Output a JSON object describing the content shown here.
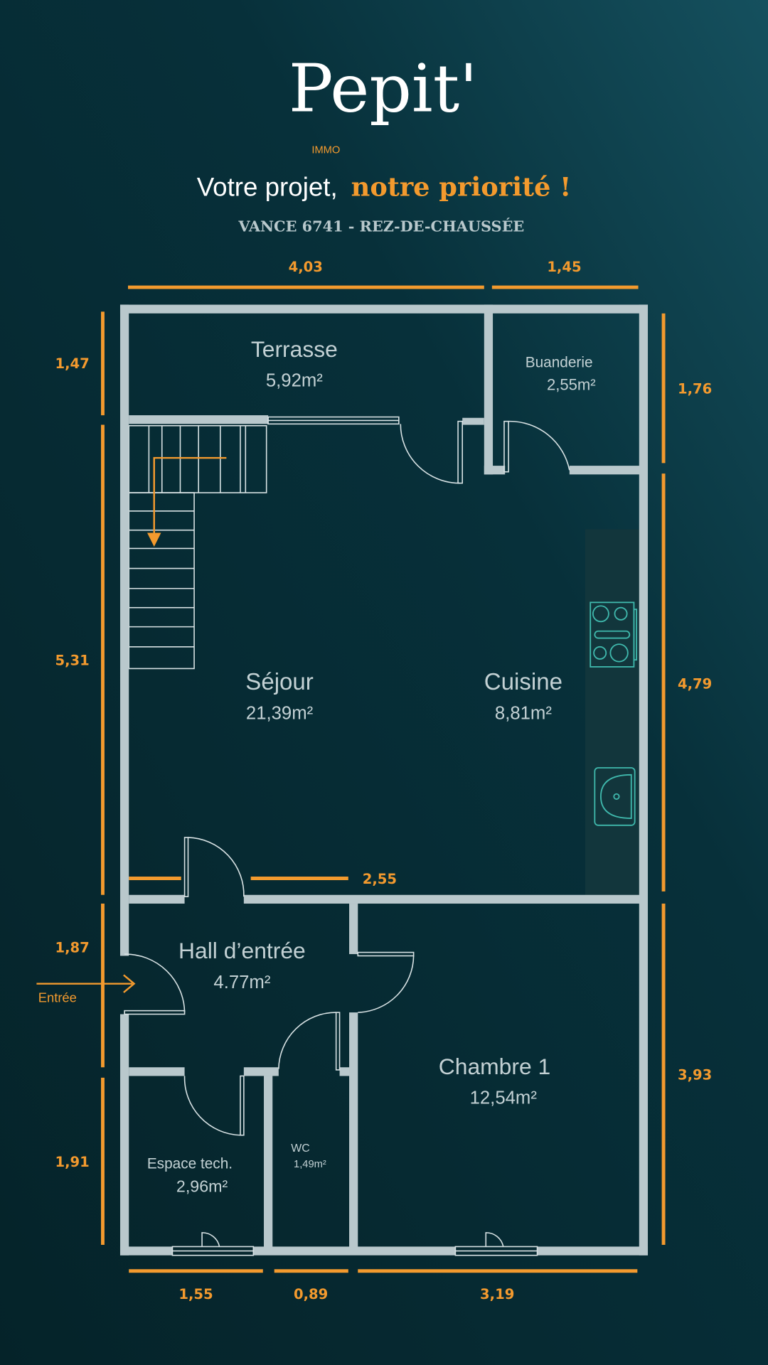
{
  "logo": {
    "name": "Pepit'",
    "sub": "IMMO"
  },
  "header": {
    "title_part1": "Votre projet,",
    "title_part2": "notre priorité !",
    "subtitle": "VANCE 6741 - REZ-DE-CHAUSSÉE"
  },
  "rooms": {
    "terrasse": {
      "name": "Terrasse",
      "area": "5,92m²"
    },
    "buanderie": {
      "name": "Buanderie",
      "area": "2,55m²"
    },
    "sejour": {
      "name": "Séjour",
      "area": "21,39m²"
    },
    "cuisine": {
      "name": "Cuisine",
      "area": "8,81m²"
    },
    "hall": {
      "name": "Hall d’entrée",
      "area": "4.77m²"
    },
    "chambre": {
      "name": "Chambre 1",
      "area": "12,54m²"
    },
    "wc": {
      "name": "WC",
      "area": "1,49m²"
    },
    "tech": {
      "name": "Espace tech.",
      "area": "2,96m²"
    }
  },
  "dimensions": {
    "top": [
      "4,03",
      "1,45"
    ],
    "left": [
      "1,47",
      "5,31",
      "1,87",
      "1,91"
    ],
    "right": [
      "1,76",
      "4,79",
      "3,93"
    ],
    "bottom": [
      "1,55",
      "0,89",
      "3,19"
    ],
    "inner": "2,55"
  },
  "entry_label": "Entrée",
  "colors": {
    "accent": "#f39a2e",
    "wall": "#b9c8cc",
    "background": "#072a31",
    "fixture": "#3fb8ac"
  }
}
